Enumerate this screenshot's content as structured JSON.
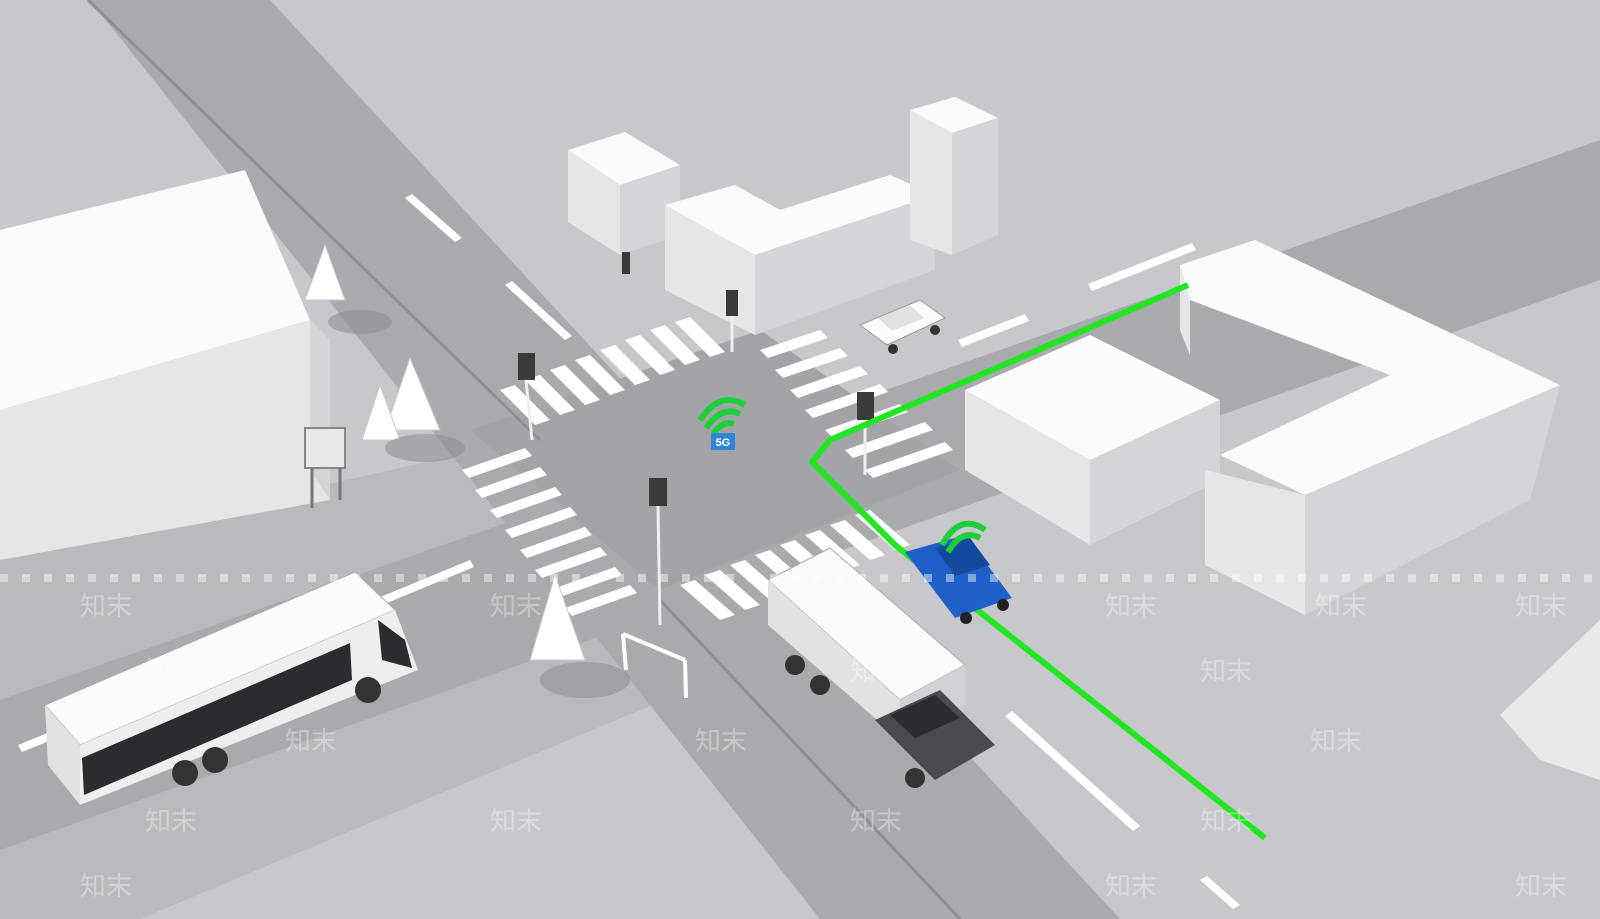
{
  "scene": {
    "description_type": "isometric 3D street intersection illustration",
    "colors": {
      "ground": "#c7c8cc",
      "road": "#a9aaae",
      "road_edge": "#8f9095",
      "building_top": "#fbfbfb",
      "building_left": "#e6e6e8",
      "building_right": "#d4d5d8",
      "route": "#22e622",
      "signal_5g": "#1fcf3a",
      "badge_5g": "#2e86d6",
      "blue_car": "#1f5fc8",
      "truck_cab": "#4a4a4e"
    }
  },
  "signal_badges": [
    {
      "id": "intersection-5g",
      "text": "5G"
    }
  ],
  "watermark": {
    "text": "知末"
  }
}
